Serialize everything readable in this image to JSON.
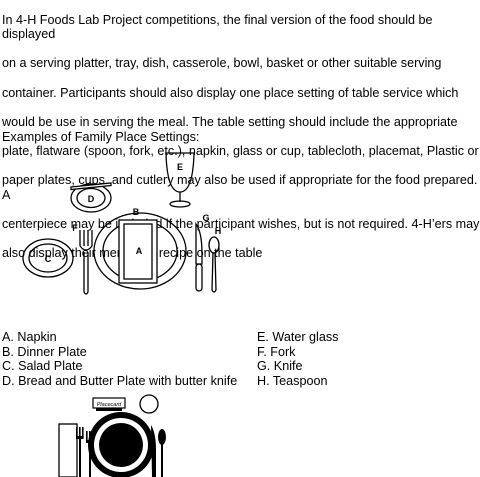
{
  "document": {
    "paragraph_lines": [
      "In 4-H Foods Lab Project competitions, the final version of the food should be displayed",
      "on a serving platter, tray, dish, casserole, bowl, basket or other suitable serving",
      "container. Participants should also display one place setting of table service which",
      "would be use in serving the meal. The table setting should include the appropriate",
      "plate, flatware (spoon, fork, etc.), napkin, glass or cup, tablecloth, placemat,  Plastic or",
      "paper plates, cups, and cutlery may also be used if appropriate for the food prepared. A",
      "centerpiece may be included if the participant wishes, but is not required.  4-H’ers may",
      "also display their menu and recipe on the table"
    ],
    "examples_heading": "Examples of  Family Place Settings:"
  },
  "diagram_labels": {
    "a": "A",
    "b": "B",
    "c": "C",
    "d": "D",
    "e": "E",
    "f": "F",
    "g": "G",
    "h": "H"
  },
  "legend": {
    "left": [
      "A. Napkin",
      "B. Dinner Plate",
      "C. Salad Plate",
      "D. Bread and Butter Plate with butter knife"
    ],
    "right": [
      "E. Water glass",
      "F. Fork",
      "G. Knife",
      "H. Teaspoon"
    ]
  },
  "second_illustration": {
    "placecard_text": "Placecard"
  }
}
